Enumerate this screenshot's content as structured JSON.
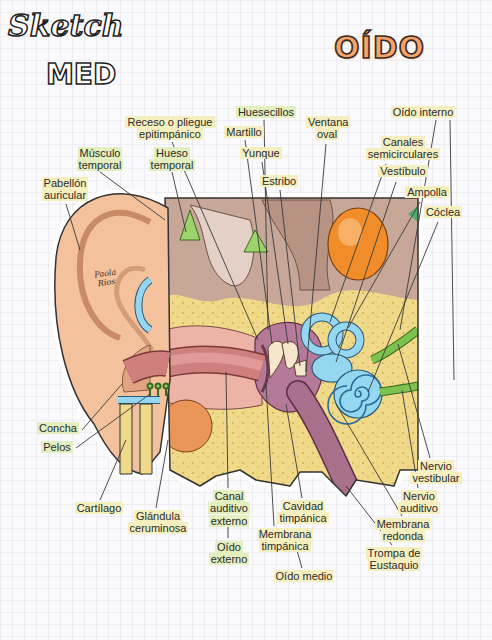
{
  "diagram": {
    "title": "OÍDO",
    "labels": [
      "Sketch",
      "MED",
      "Huesecillos",
      "Oído interno",
      "Receso o pliegue epitimpánico",
      "Ventana oval",
      "Martillo",
      "Canales semicirculares",
      "Músculo temporal",
      "Hueso temporal",
      "Yunque",
      "Vestíbulo",
      "Pabellón auricular",
      "Estribo",
      "Ampolla",
      "Cóclea",
      "Concha",
      "Pelos",
      "Nervio vestibular",
      "Nervio auditivo",
      "Canal auditivo externo",
      "Cavidad timpánica",
      "Cartílago",
      "Glándula ceruminosa",
      "Membrana redonda",
      "Membrana timpánica",
      "Oído externo",
      "Trompa de Eustaquio",
      "Oído medio",
      "Paola Rios"
    ]
  }
}
